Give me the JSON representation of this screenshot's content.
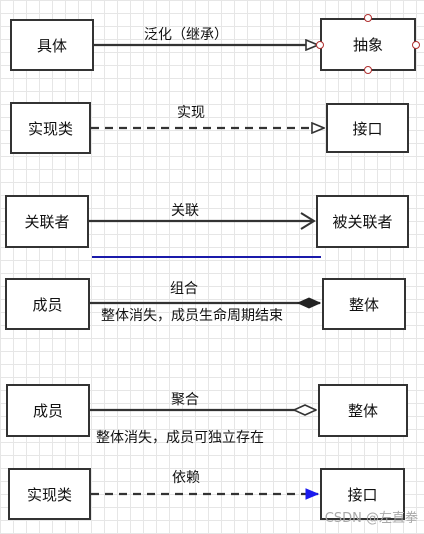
{
  "rows": {
    "generalization": {
      "left": "具体",
      "right": "抽象",
      "label": "泛化（继承）"
    },
    "realization": {
      "left": "实现类",
      "right": "接口",
      "label": "实现"
    },
    "association": {
      "left": "关联者",
      "right": "被关联者",
      "label": "关联"
    },
    "composition": {
      "left": "成员",
      "right": "整体",
      "label": "组合",
      "note": "整体消失，成员生命周期结束"
    },
    "aggregation": {
      "left": "成员",
      "right": "整体",
      "label": "聚合",
      "note": "整体消失，成员可独立存在"
    },
    "dependency": {
      "left": "实现类",
      "right": "接口",
      "label": "依赖"
    }
  },
  "colors": {
    "line": "#333333",
    "blue_rule": "#1a1aaa",
    "arrow_blue": "#1a1aee",
    "handle": "#b03030"
  },
  "watermark": "CSDN @左直拳"
}
